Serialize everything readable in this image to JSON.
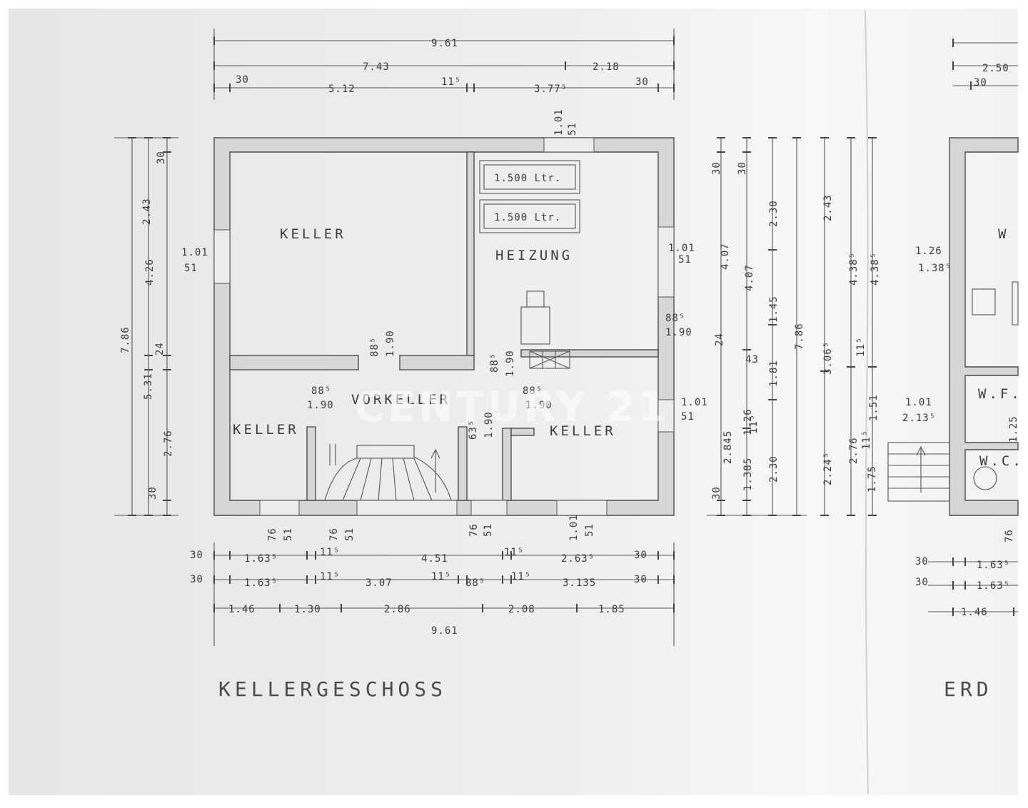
{
  "plan": {
    "title": "KELLERGESCHOSS",
    "partial_title": "ERD",
    "watermark": "CENTURY 21",
    "rooms": {
      "keller_top": "KELLER",
      "heizung": "HEIZUNG",
      "vorkeller": "VORKELLER",
      "keller_left": "KELLER",
      "keller_right": "KELLER",
      "wf": "W.F.",
      "wc": "W.C.",
      "w": "W"
    },
    "tanks": [
      "1.500 Ltr.",
      "1.500 Ltr."
    ],
    "top_dims": {
      "overall": "9.61",
      "row2": [
        "7.43",
        "2.18"
      ],
      "row3": [
        "30",
        "5.12",
        "11⁵",
        "3.77⁵",
        "30"
      ]
    },
    "bottom_dims": {
      "row1": [
        "30",
        "1.63⁵",
        "11⁵",
        "4.51",
        "11⁵",
        "2.63⁵",
        "30"
      ],
      "row2": [
        "30",
        "1.63⁵",
        "11⁵",
        "3.07",
        "11⁵",
        "88⁵",
        "11⁵",
        "3.135",
        "30"
      ],
      "row3": [
        "1.46",
        "1.30",
        "2.86",
        "2.08",
        "1.85"
      ],
      "overall": "9.61"
    },
    "left_dims": {
      "overall": "7.86",
      "row2": [
        "4.26",
        "24",
        "5.31"
      ],
      "row3": [
        "30",
        "2.43",
        "2.76",
        "30"
      ]
    },
    "right_dims": {
      "overall": "7.86",
      "col_a": [
        "30",
        "2.845",
        "30"
      ],
      "col_b": [
        "30",
        "4.07",
        "1.26",
        "1.385"
      ],
      "col_c": [
        "2.30",
        "1.45",
        "1.81",
        "2.30"
      ],
      "col_c_small": [
        "4.07",
        "24",
        "43",
        "11⁵"
      ]
    },
    "openings": {
      "left_window": [
        "1.01",
        "51"
      ],
      "heizung_window": [
        "1.01",
        "51"
      ],
      "heizung_door": [
        "88⁵",
        "1.90"
      ],
      "right_window": [
        "1.01",
        "51"
      ],
      "top_window": [
        "1.01",
        "51"
      ],
      "door_keller_top": [
        "88⁵",
        "1.90"
      ],
      "door_heizung": [
        "88⁵",
        "1.90"
      ],
      "door_keller_left": [
        "88⁵",
        "1.90"
      ],
      "door_keller_right": [
        "88⁵",
        "1.90"
      ],
      "door_small": [
        "63⁵",
        "1.90"
      ],
      "bottom_windows": [
        [
          "76",
          "51"
        ],
        [
          "76",
          "51"
        ],
        [
          "76",
          "51"
        ],
        [
          "1.01",
          "51"
        ]
      ]
    },
    "erd_dims": {
      "top": [
        "2.50",
        "30"
      ],
      "vertical": [
        "2.43",
        "4.38⁵",
        "4.38⁵",
        "3.06⁵",
        "11⁵",
        "1.51",
        "2.76",
        "2.24⁵",
        "11⁵",
        "1.75"
      ],
      "openings": [
        [
          "1.26",
          "1.38⁵"
        ],
        [
          "1.01",
          "2.13⁵"
        ],
        [
          "76"
        ],
        [
          "1.25"
        ]
      ],
      "bottom": [
        "30",
        "1.63⁵",
        "30",
        "1.63⁵",
        "1.46"
      ]
    }
  }
}
